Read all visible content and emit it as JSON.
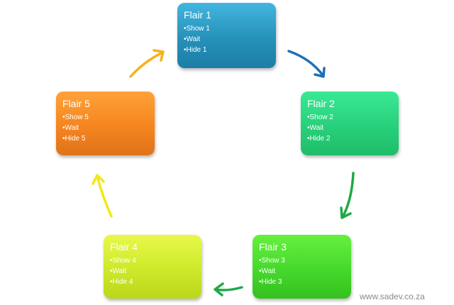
{
  "steps": [
    {
      "title": "Flair 1",
      "items": [
        "Show 1",
        "Wait",
        "Hide 1"
      ]
    },
    {
      "title": "Flair 2",
      "items": [
        "Show 2",
        "Wait",
        "Hide 2"
      ]
    },
    {
      "title": "Flair 3",
      "items": [
        "Show 3",
        "Wait",
        "Hide 3"
      ]
    },
    {
      "title": "Flair 4",
      "items": [
        "Show 4",
        "Wait",
        "Hide 4"
      ]
    },
    {
      "title": "Flair 5",
      "items": [
        "Show 5",
        "Wait",
        "Hide 5"
      ]
    }
  ],
  "colors": {
    "flair1": "#2591b9",
    "flair2": "#28d07b",
    "flair3": "#45d92c",
    "flair4": "#cde92a",
    "flair5": "#f5851f",
    "arrow_1_to_2": "#1f6fb6",
    "arrow_2_to_3": "#1eaa48",
    "arrow_3_to_4": "#1eaa48",
    "arrow_4_to_5": "#f2e81a",
    "arrow_5_to_1": "#f5b21c"
  },
  "watermark": "www.sadev.co.za"
}
